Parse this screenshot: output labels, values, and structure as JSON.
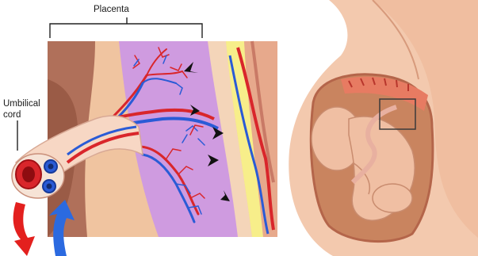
{
  "labels": {
    "placenta": "Placenta",
    "umbilical_line1": "Umbilical",
    "umbilical_line2": "cord"
  },
  "colors": {
    "artery": "#d9262b",
    "vein": "#2a5bd6",
    "villi_bg": "#cf9be0",
    "uterine_wall": "#f2c19a",
    "yellow_layer": "#f7ee8a",
    "skin": "#f3c9ae",
    "uterus_inner": "#c9845f"
  },
  "icons": [
    "arrow-red-down-icon",
    "arrow-blue-up-icon",
    "flow-arrow-icon"
  ]
}
